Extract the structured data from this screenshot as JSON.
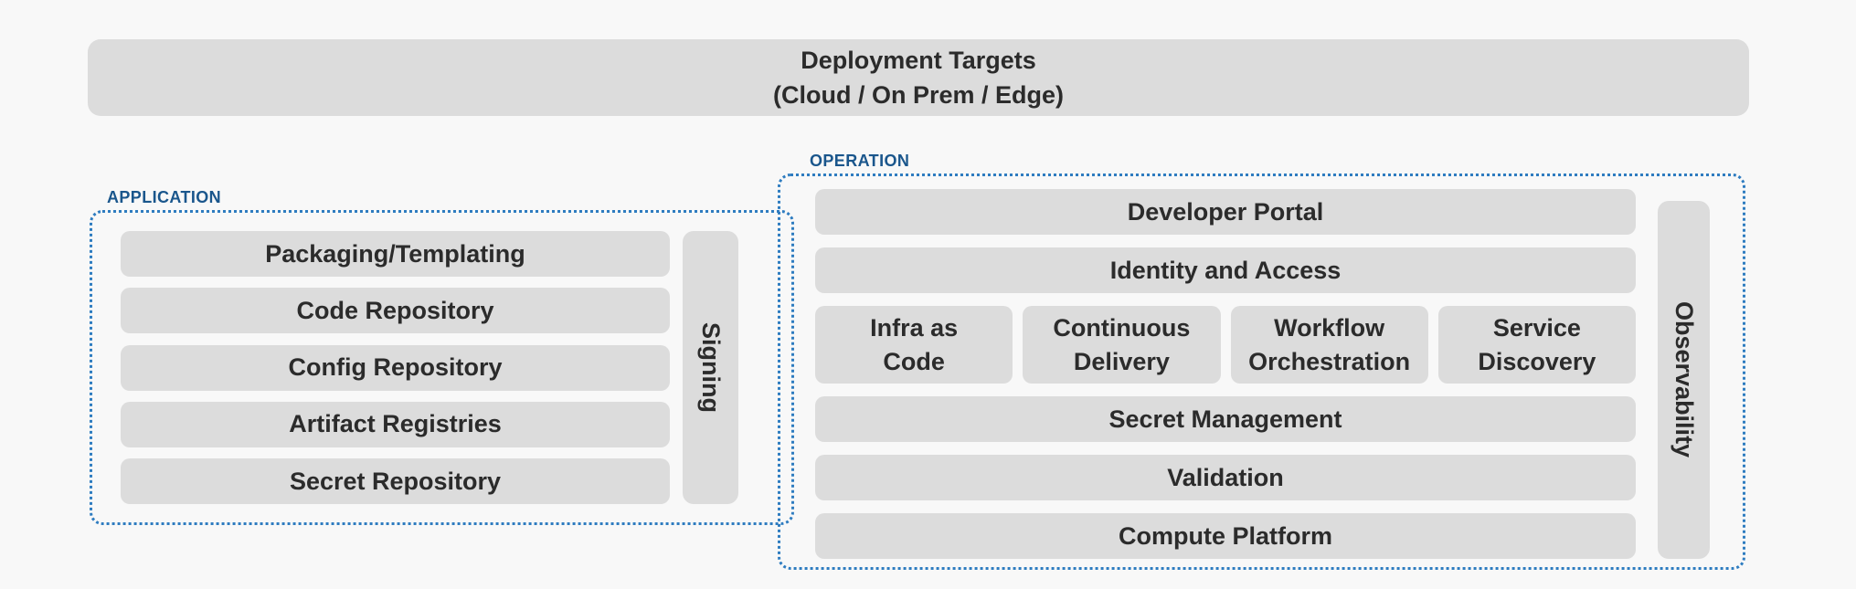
{
  "colors": {
    "background": "#f8f8f8",
    "block_fill": "#dcdcdc",
    "block_text": "#2b2b2b",
    "section_border_blue": "#2e7cc0",
    "section_label_blue": "#1a568c"
  },
  "banner": {
    "line1": "Deployment Targets",
    "line2": "(Cloud / On Prem / Edge)"
  },
  "application": {
    "label": "APPLICATION",
    "items": [
      "Packaging/Templating",
      "Code Repository",
      "Config Repository",
      "Artifact Registries",
      "Secret Repository"
    ],
    "sidebar": "Signing"
  },
  "operation": {
    "label": "OPERATION",
    "top_items": [
      "Developer Portal",
      "Identity and Access"
    ],
    "grid_items": [
      "Infra as\nCode",
      "Continuous\nDelivery",
      "Workflow\nOrchestration",
      "Service\nDiscovery"
    ],
    "bottom_items": [
      "Secret Management",
      "Validation",
      "Compute Platform"
    ],
    "sidebar": "Observability"
  }
}
